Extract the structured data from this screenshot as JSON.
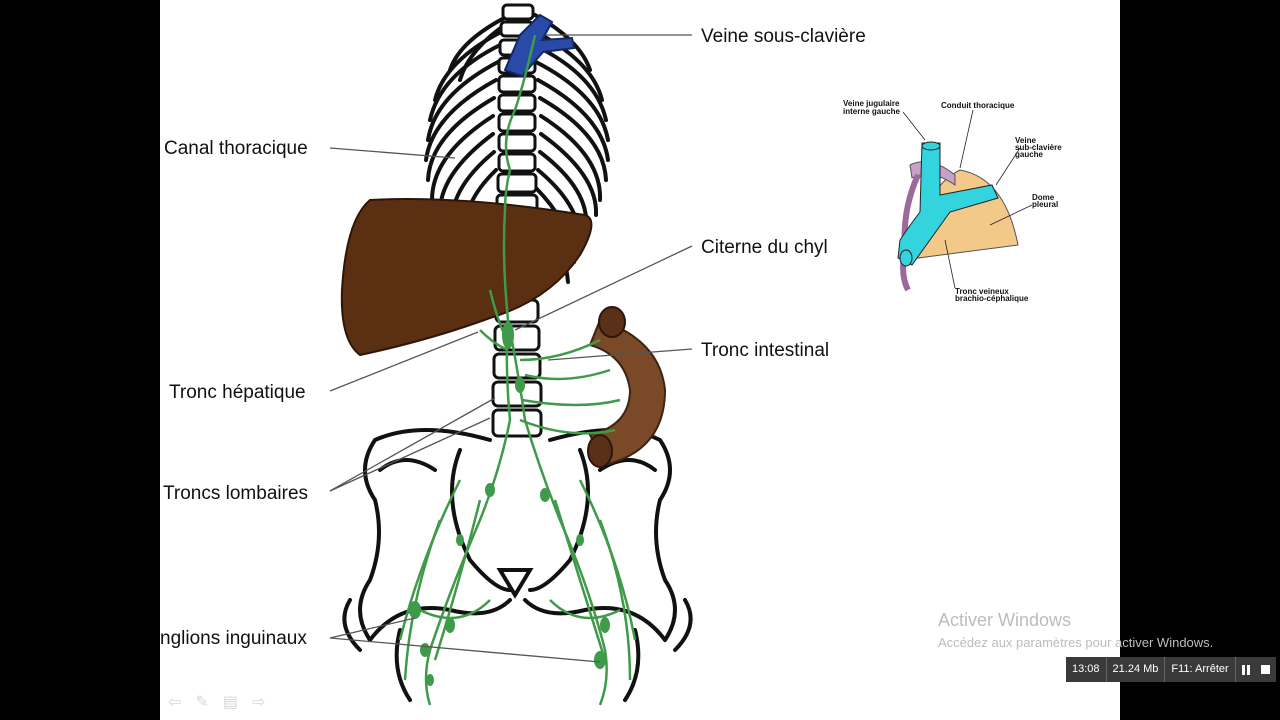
{
  "labels": {
    "veine_sous_claviere": "Veine sous-clavière",
    "canal_thoracique": "Canal thoracique",
    "citerne_du_chyl": "Citerne du chyl",
    "tronc_intestinal": "Tronc intestinal",
    "tronc_hepatique": "Tronc hépatique",
    "troncs_lombaires": "Troncs lombaires",
    "ganglions_inguinaux": "nglions inguinaux"
  },
  "inset": {
    "veine_jugulaire_l1": "Veine jugulaire",
    "veine_jugulaire_l2": "interne gauche",
    "conduit_thoracique": "Conduit thoracique",
    "veine_sub_l1": "Veine",
    "veine_sub_l2": "sub-clavière",
    "veine_sub_l3": "gauche",
    "dome_l1": "Dome",
    "dome_l2": "pleural",
    "tronc_l1": "Tronc veineux",
    "tronc_l2": "brachio-céphalique"
  },
  "watermark": {
    "title": "Activer Windows",
    "subtitle": "Accédez aux paramètres pour activer Windows."
  },
  "recorder": {
    "time": "13:08",
    "size": "21.24 Mb",
    "stop_hint": "F11: Arrêter"
  },
  "nav_icons": [
    "arrow-left-icon",
    "pen-icon",
    "menu-icon",
    "arrow-right-icon"
  ],
  "colors": {
    "lymph": "#3f9a4a",
    "liver": "#5a2f12",
    "intestine": "#7a4a28",
    "vein": "#2a4aa8",
    "inset_vein": "#33d4dd",
    "pleura": "#f3c98a"
  }
}
